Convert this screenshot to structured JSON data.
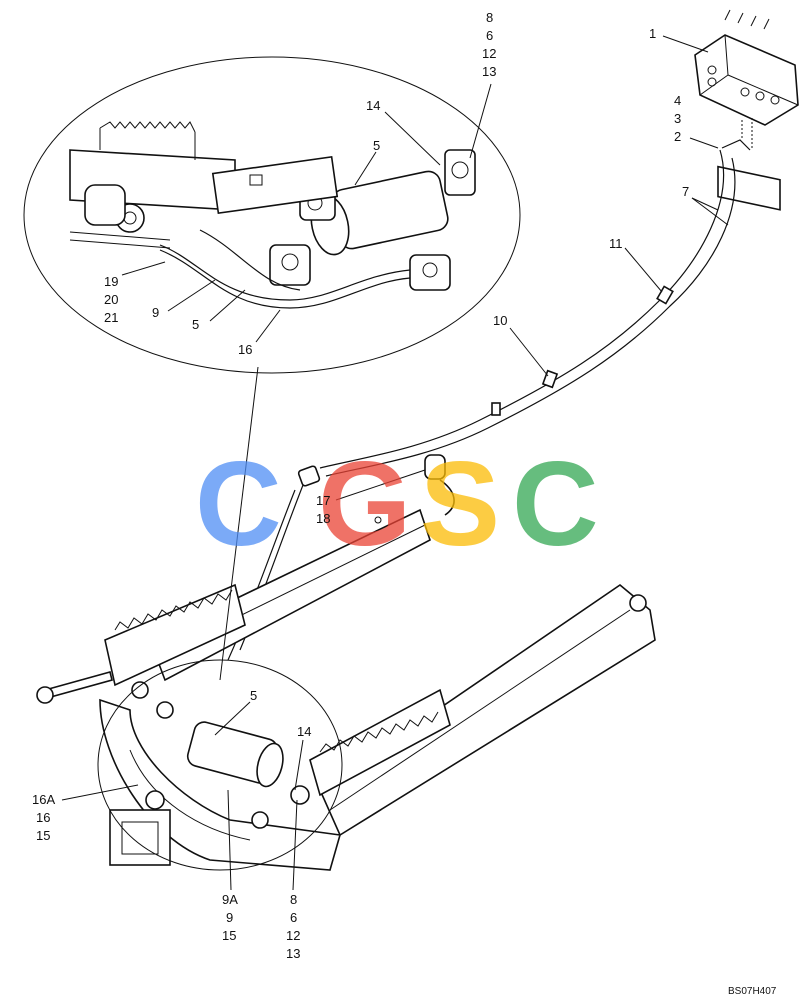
{
  "callouts": {
    "top_8_6_12_13": [
      "8",
      "6",
      "12",
      "13"
    ],
    "label_14_top": "14",
    "label_5_top": "5",
    "label_1": "1",
    "valve_refs": [
      "4",
      "3",
      "2"
    ],
    "label_7": "7",
    "label_11": "11",
    "label_10": "10",
    "refs_19_20_21": [
      "19",
      "20",
      "21"
    ],
    "label_9_top": "9",
    "label_5_mid": "5",
    "label_16_top": "16",
    "refs_17_18": [
      "17",
      "18"
    ],
    "label_5_bottom": "5",
    "label_14_bottom": "14",
    "refs_16A_16_15": [
      "16A",
      "16",
      "15"
    ],
    "refs_9A_9_15": [
      "9A",
      "9",
      "15"
    ],
    "bottom_8_6_12_13": [
      "8",
      "6",
      "12",
      "13"
    ]
  },
  "watermark": {
    "letters": [
      "C",
      "G",
      "S",
      "C"
    ],
    "colors": [
      "#4f8ef5",
      "#ea4335",
      "#fbbc05",
      "#34a853"
    ]
  },
  "drawing_code": "BS07H407"
}
